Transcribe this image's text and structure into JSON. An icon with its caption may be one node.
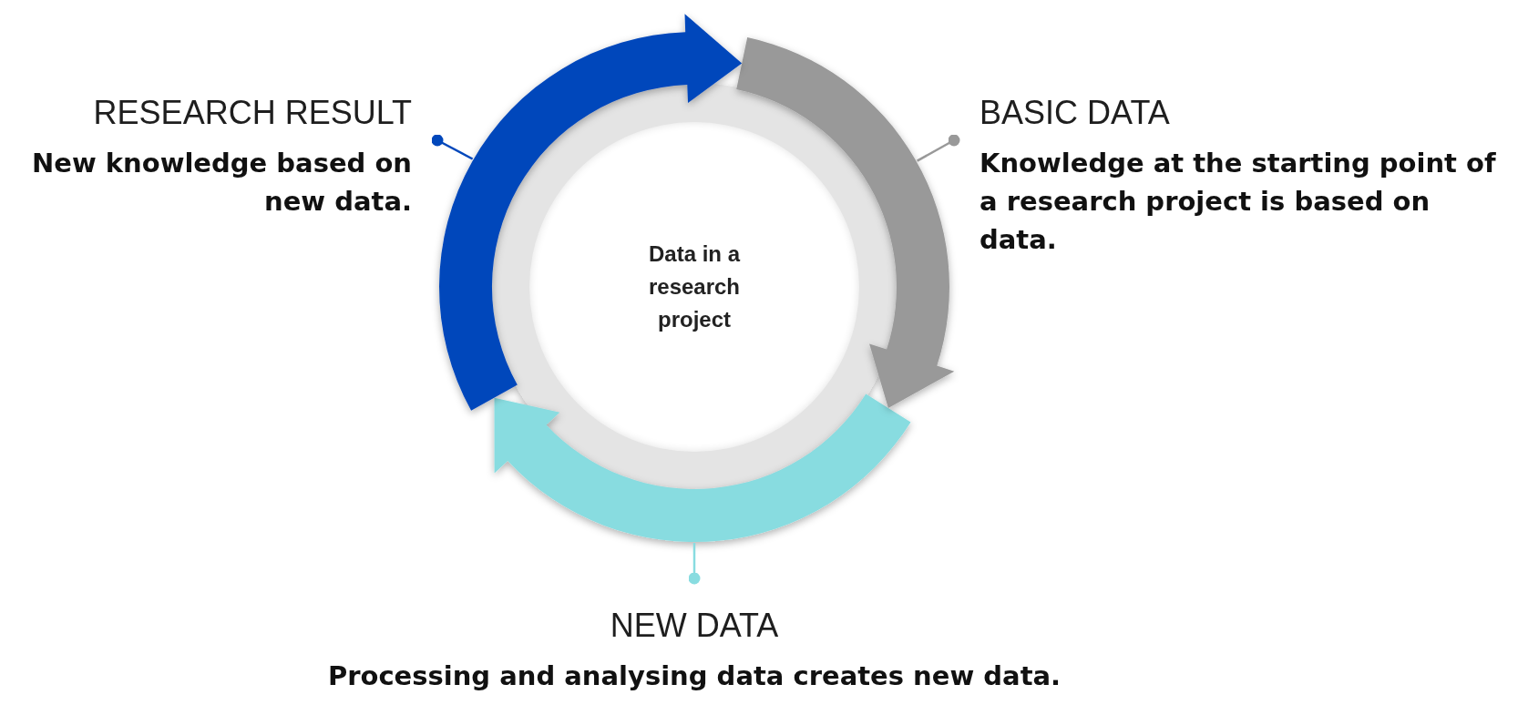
{
  "diagram": {
    "nodes": [
      {
        "text": [
          "Data in a research project"
        ]
      },
      {
        "text": [
          "RESEARCH RESULT",
          "New knowledge based on new data."
        ]
      },
      {
        "text": [
          "BASIC DATA",
          "Knowledge at the starting point of a research project is based on data."
        ]
      },
      {
        "text": [
          "NEW DATA",
          "Processing and analysing data creates new data."
        ]
      }
    ],
    "edges": [
      {
        "from": 1,
        "to": 2,
        "arrow": "to",
        "style": "thick",
        "color": "#0047bb"
      },
      {
        "from": 2,
        "to": 3,
        "arrow": "to",
        "style": "thick",
        "color": "#999999"
      },
      {
        "from": 3,
        "to": 1,
        "arrow": "to",
        "style": "thick",
        "color": "#88dce0"
      },
      {
        "from": 1,
        "to": null,
        "arrow": "other",
        "color": "#0047bb"
      },
      {
        "from": 2,
        "to": null,
        "arrow": "other",
        "color": "#999999"
      },
      {
        "from": 3,
        "to": null,
        "arrow": "other",
        "color": "#88dce0"
      }
    ]
  }
}
